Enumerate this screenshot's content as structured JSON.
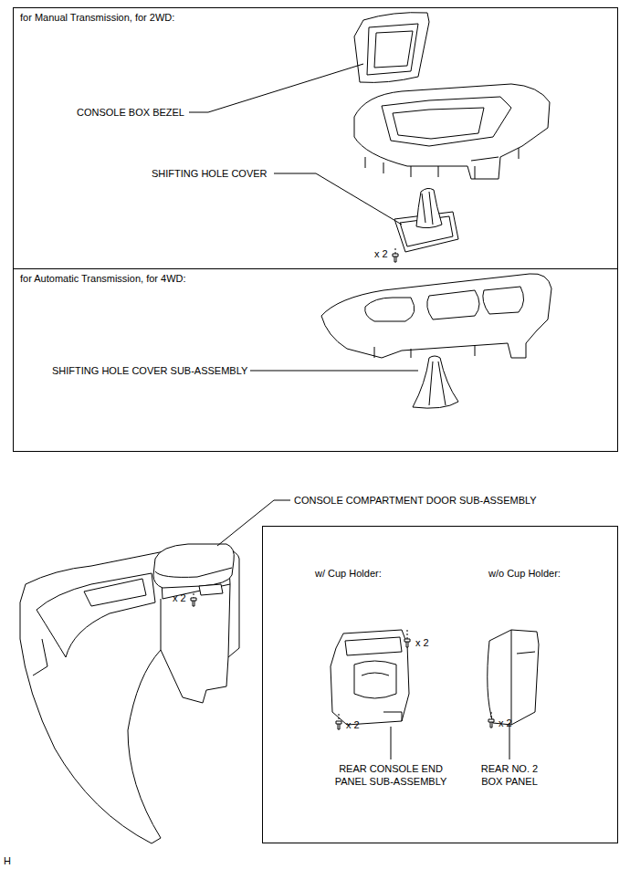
{
  "diagram": {
    "nodes": [
      {
        "text": [
          "for Manual Transmission, for 2WD:"
        ]
      },
      {
        "text": [
          "for Automatic Transmission, for 4WD:"
        ]
      },
      {
        "text": [
          "w/ Cup Holder:",
          "w/o Cup Holder:"
        ]
      }
    ],
    "labels": [
      "CONSOLE BOX BEZEL",
      "SHIFTING HOLE COVER",
      "x 2",
      "SHIFTING HOLE COVER SUB-ASSEMBLY",
      "CONSOLE COMPARTMENT DOOR SUB-ASSEMBLY",
      "x 2",
      "x 2",
      "x 2",
      "REAR CONSOLE END PANEL SUB-ASSEMBLY",
      "x 2",
      "REAR NO. 2 BOX PANEL",
      "H"
    ]
  }
}
